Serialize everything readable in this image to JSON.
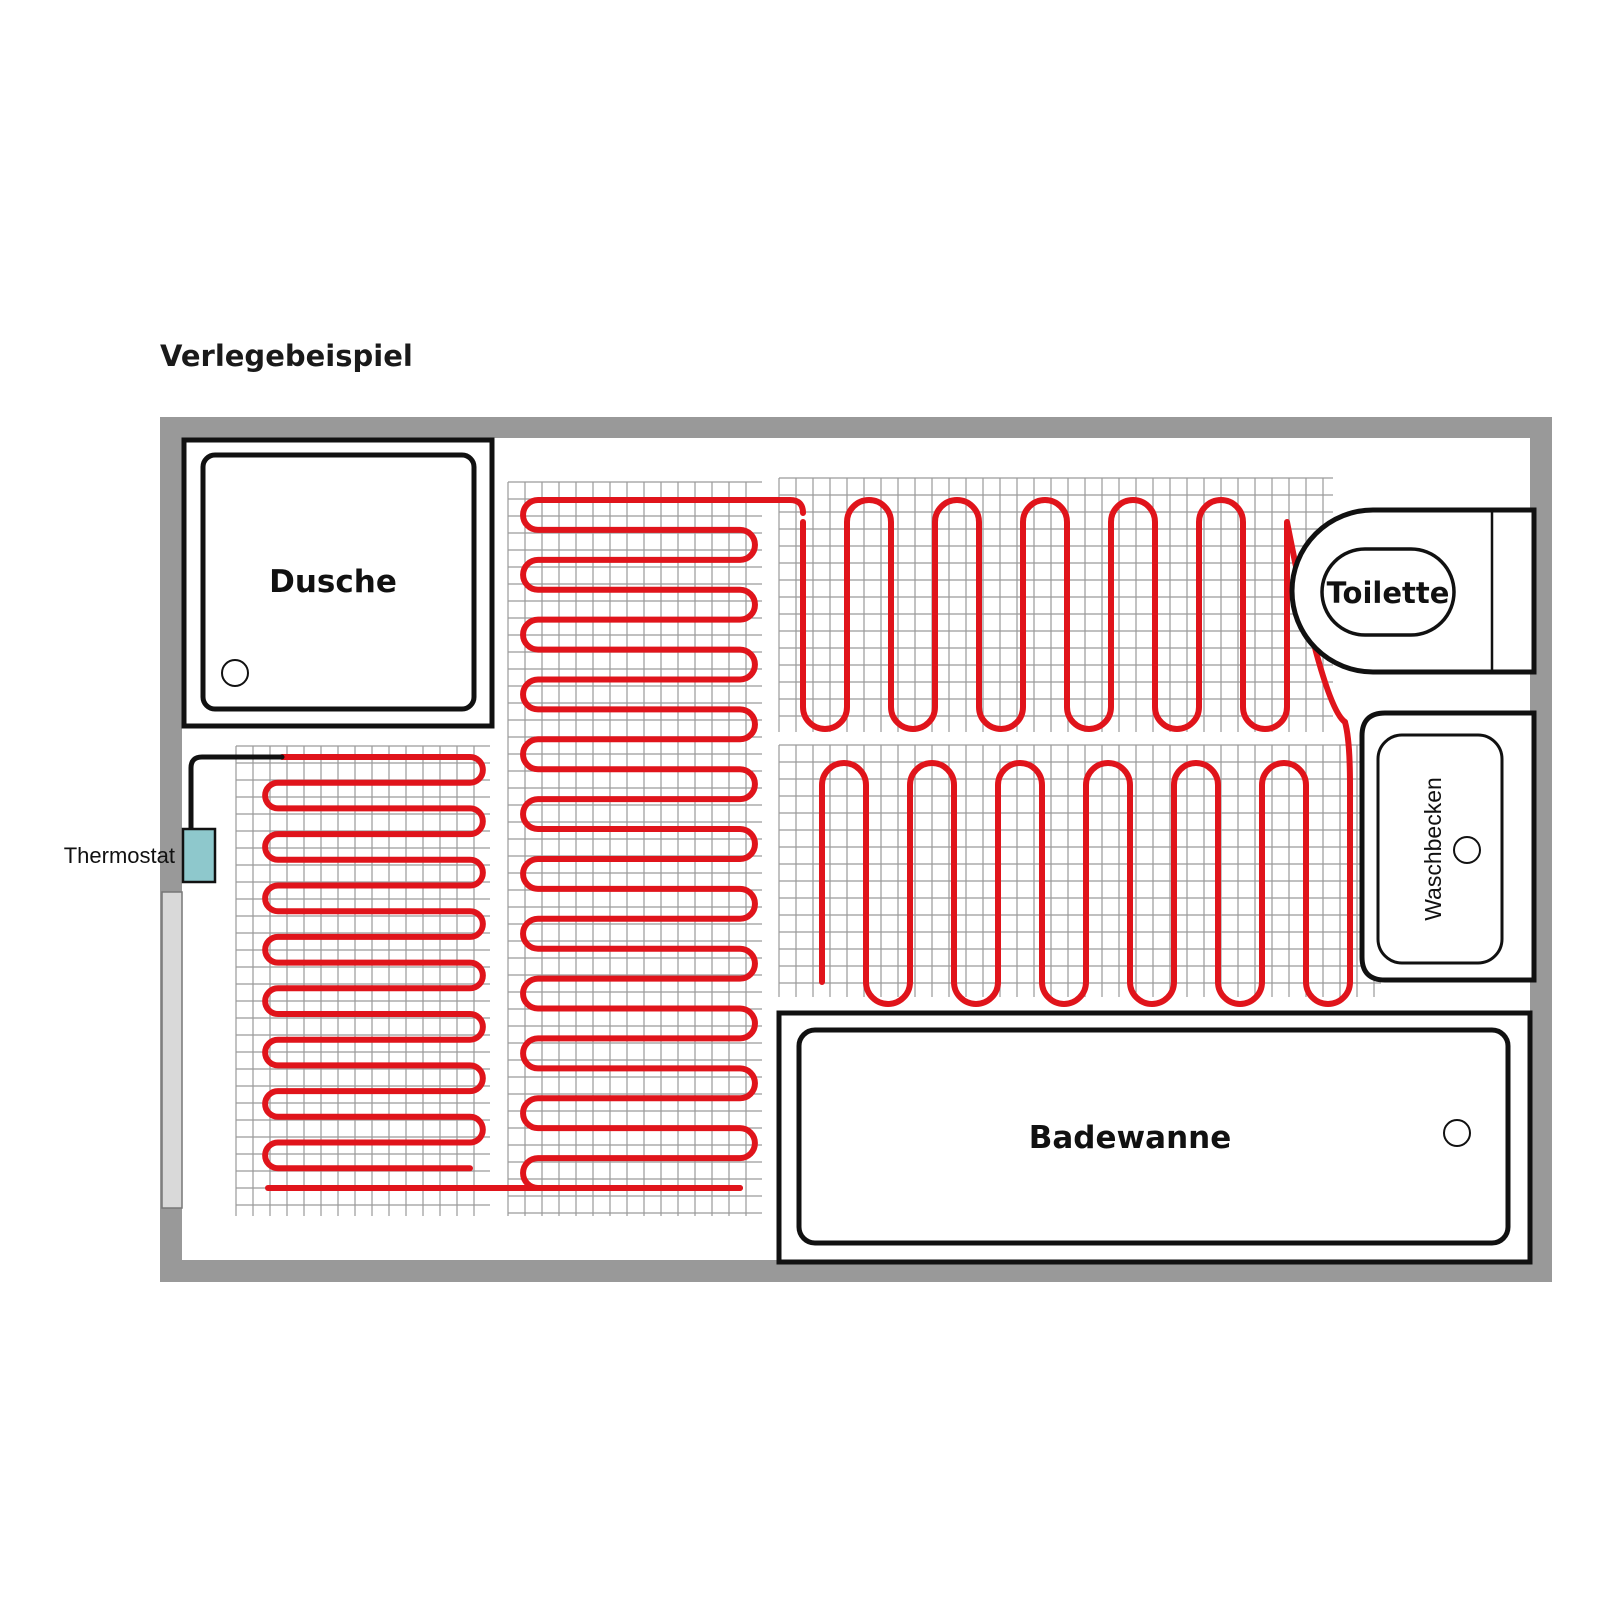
{
  "title": "Verlegebeispiel",
  "labels": {
    "shower": "Dusche",
    "toilet": "Toilette",
    "sink": "Waschbecken",
    "bathtub": "Badewanne",
    "thermostat": "Thermostat"
  },
  "colors": {
    "wall": "#999999",
    "heating_cable": "#e0141b",
    "grid_mesh": "#9a9a9a",
    "thermostat_box": "#8ec8cc",
    "fixture_outline": "#111111",
    "supply_line": "#111111",
    "door": "#d9d9d9"
  }
}
